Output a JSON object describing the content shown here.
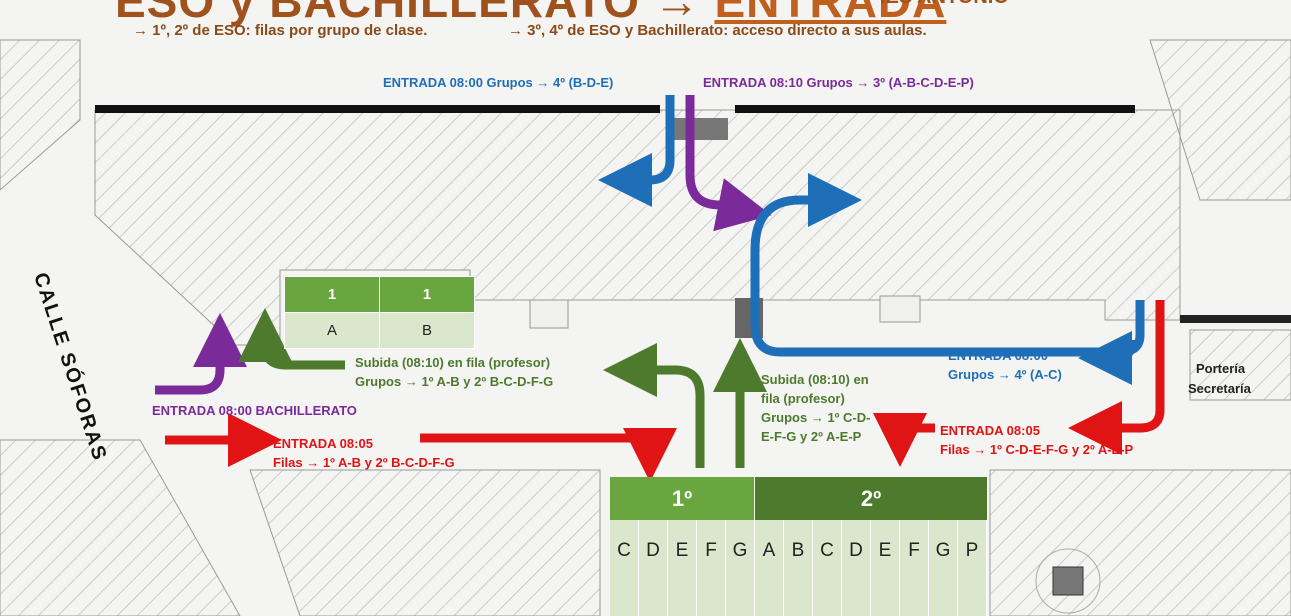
{
  "header": {
    "title_part1": "ESO y BACHILLERATO → ",
    "title_part2": "ENTRADA",
    "title_right": "IES ANTONIO",
    "note_left": "→ 1º, 2º de ESO: filas por grupo de clase.",
    "note_right": "→ 3º, 4º de ESO y Bachillerato: acceso directo a sus aulas."
  },
  "labels": {
    "top_blue": "ENTRADA  08:00 Grupos → 4º (B-D-E)",
    "top_purple": "ENTRADA  08:10  Grupos → 3º (A-B-C-D-E-P)",
    "street": "CALLE  SÓFORAS",
    "bach": "ENTRADA  08:00  BACHILLERATO",
    "green_left_1": "Subida (08:10) en fila (profesor)",
    "green_left_2": "Grupos →  1º A-B y 2º B-C-D-F-G",
    "green_mid_1": "Subida (08:10) en",
    "green_mid_2": "fila (profesor)",
    "green_mid_3": "Grupos → 1º C-D-",
    "green_mid_4": "E-F-G y 2º A-E-P",
    "blue_right_1": "ENTRADA  08:00",
    "blue_right_2": "Grupos → 4º (A-C)",
    "porteria_1": "Portería",
    "porteria_2": "Secretaría",
    "red_left_1": "ENTRADA  08:05",
    "red_left_2": "Filas → 1º A-B y 2º B-C-D-F-G",
    "red_right_1": "ENTRADA  08:05",
    "red_right_2": "Filas → 1º C-D-E-F-G y 2º A-E-P"
  },
  "small_table": {
    "headers": [
      "1",
      "1"
    ],
    "cells": [
      "A",
      "B"
    ]
  },
  "big_table": {
    "header_1": "1º",
    "header_2": "2º",
    "letters": [
      "C",
      "D",
      "E",
      "F",
      "G",
      "A",
      "B",
      "C",
      "D",
      "E",
      "F",
      "G",
      "P"
    ]
  },
  "colors": {
    "blue": "#1f6fb8",
    "purple": "#7b2a9a",
    "green": "#4e7a2e",
    "red": "#e01414"
  },
  "icons": [
    "arrow-icon"
  ]
}
